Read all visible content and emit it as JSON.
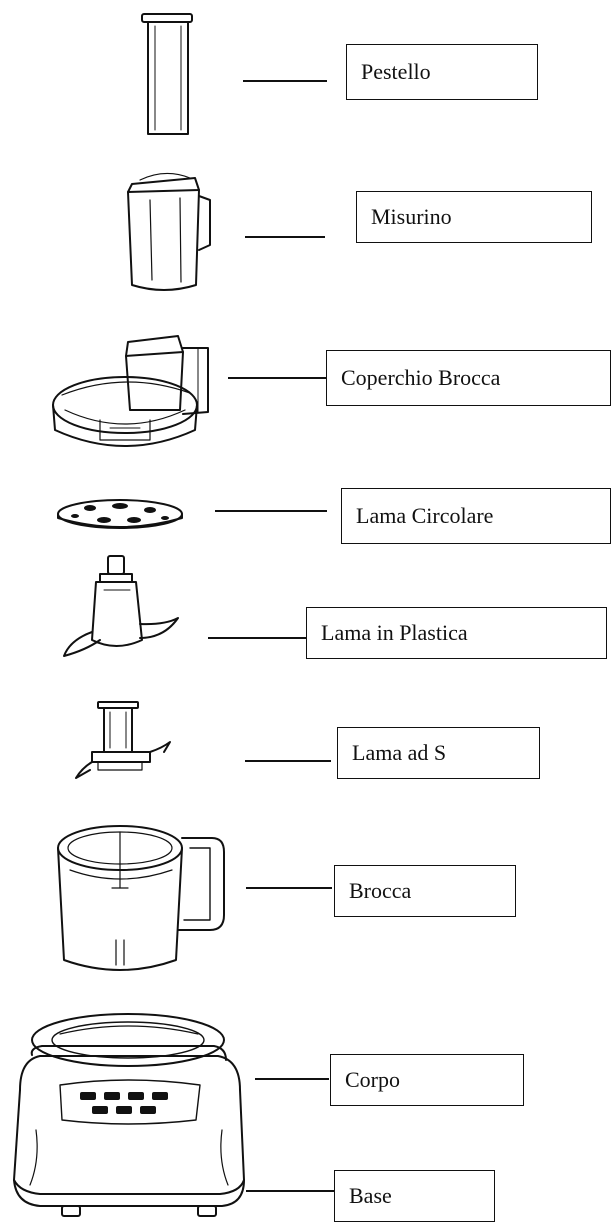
{
  "parts": [
    {
      "key": "pestello",
      "label": "Pestello",
      "icon": "pusher-icon"
    },
    {
      "key": "misurino",
      "label": "Misurino",
      "icon": "measuring-cup-icon"
    },
    {
      "key": "coperchio",
      "label": "Coperchio Brocca",
      "icon": "jug-lid-icon"
    },
    {
      "key": "lama-circolare",
      "label": "Lama Circolare",
      "icon": "disc-blade-icon"
    },
    {
      "key": "lama-plastica",
      "label": "Lama in Plastica",
      "icon": "plastic-blade-icon"
    },
    {
      "key": "lama-s",
      "label": "Lama ad S",
      "icon": "s-blade-icon"
    },
    {
      "key": "brocca",
      "label": "Brocca",
      "icon": "jug-icon"
    },
    {
      "key": "corpo",
      "label": "Corpo",
      "icon": "motor-body-icon"
    },
    {
      "key": "base",
      "label": "Base",
      "icon": "base-icon"
    }
  ]
}
